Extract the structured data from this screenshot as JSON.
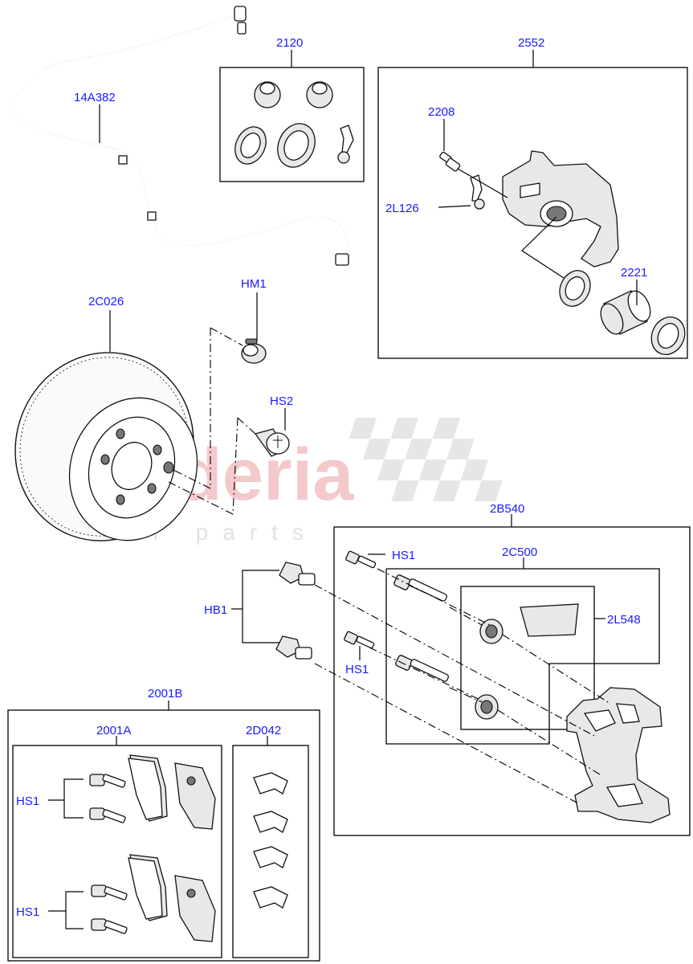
{
  "watermark": {
    "brand": "scuderia",
    "tagline": "car parts"
  },
  "labels": {
    "p14A382": "14A382",
    "p2120": "2120",
    "p2552": "2552",
    "p2208": "2208",
    "p2L126": "2L126",
    "p2221": "2221",
    "pHM1": "HM1",
    "p2C026": "2C026",
    "pHS2": "HS2",
    "p2B540": "2B540",
    "pHS1_a": "HS1",
    "p2C500": "2C500",
    "pHB1": "HB1",
    "p2L548": "2L548",
    "pHS1_b": "HS1",
    "p2001B": "2001B",
    "p2001A": "2001A",
    "p2D042": "2D042",
    "pHS1_c": "HS1",
    "pHS1_d": "HS1"
  },
  "colors": {
    "label": "#1a1aff",
    "line": "#000000",
    "watermark_red": "#f4c9cc",
    "watermark_grey": "#e2e2e2"
  }
}
